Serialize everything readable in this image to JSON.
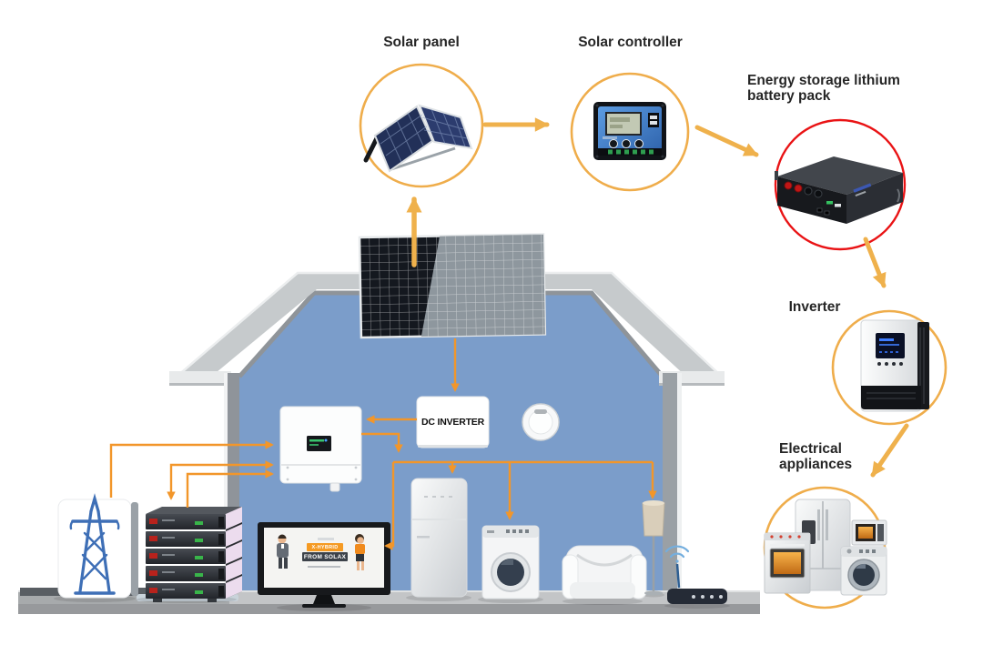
{
  "nodes": [
    {
      "id": "solar-panel",
      "label": "Solar panel",
      "ring_color": "#EFAD4B"
    },
    {
      "id": "solar-controller",
      "label": "Solar controller",
      "ring_color": "#EFAD4B"
    },
    {
      "id": "battery-pack",
      "label": "Energy storage lithium battery pack",
      "ring_color": "#E91315"
    },
    {
      "id": "inverter",
      "label": "Inverter",
      "ring_color": "#EFAD4B"
    },
    {
      "id": "appliances",
      "label": "Electrical appliances",
      "ring_color": "#EFAD4B"
    }
  ],
  "connections": [
    "solar-panel -> solar-controller",
    "solar-controller -> battery-pack",
    "battery-pack -> inverter",
    "inverter -> appliances",
    "roof-solar-panel -> solar-panel (callout arrow)",
    "roof-solar-panel -> dc-inverter",
    "dc-inverter -> hybrid-inverter",
    "hybrid-inverter <-> grid-power-card, battery-stack",
    "hybrid-inverter -> tv, fridge, washing-machine, floor-lamp"
  ],
  "house": {
    "dc_inverter_label": "DC INVERTER",
    "tv": {
      "badge_line1": "X-HYBRID",
      "badge_line2": "FROM SOLAX"
    },
    "items": [
      "roof-solar-panel",
      "hybrid-inverter",
      "dc-inverter",
      "smoke-detector",
      "tv",
      "fridge",
      "washing-machine",
      "armchair",
      "floor-lamp",
      "wifi-router"
    ],
    "outside_items": [
      "grid-power-card",
      "power-tower-icon",
      "battery-stack"
    ]
  },
  "colors": {
    "wire_orange": "#F2962A",
    "flow_gold": "#EFB14C",
    "ring_gold": "#EFAD4B",
    "ring_red": "#E91315",
    "wall_blue": "#7B9DCA",
    "roof_gray": "#C6CACC",
    "floor_gray": "#C3C5C7"
  }
}
